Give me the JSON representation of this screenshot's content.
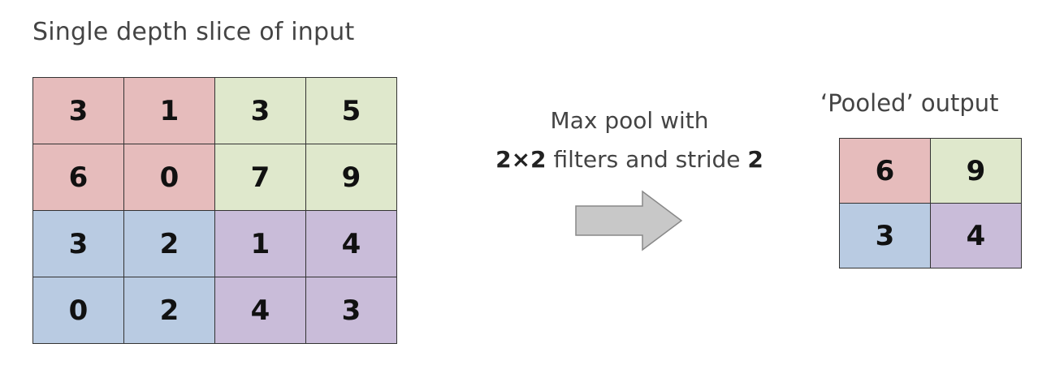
{
  "input": {
    "title": "Single depth slice of input",
    "rows": [
      [
        {
          "value": "3",
          "color": "#e6bcbc"
        },
        {
          "value": "1",
          "color": "#e6bcbc"
        },
        {
          "value": "3",
          "color": "#dfe8cc"
        },
        {
          "value": "5",
          "color": "#dfe8cc"
        }
      ],
      [
        {
          "value": "6",
          "color": "#e6bcbc"
        },
        {
          "value": "0",
          "color": "#e6bcbc"
        },
        {
          "value": "7",
          "color": "#dfe8cc"
        },
        {
          "value": "9",
          "color": "#dfe8cc"
        }
      ],
      [
        {
          "value": "3",
          "color": "#b9cbe2"
        },
        {
          "value": "2",
          "color": "#b9cbe2"
        },
        {
          "value": "1",
          "color": "#c9bcd9"
        },
        {
          "value": "4",
          "color": "#c9bcd9"
        }
      ],
      [
        {
          "value": "0",
          "color": "#b9cbe2"
        },
        {
          "value": "2",
          "color": "#b9cbe2"
        },
        {
          "value": "4",
          "color": "#c9bcd9"
        },
        {
          "value": "3",
          "color": "#c9bcd9"
        }
      ]
    ]
  },
  "operation": {
    "line1": "Max pool with",
    "filter_size": "2×2",
    "line2_mid": " filters and stride ",
    "stride": "2"
  },
  "output": {
    "title": "‘Pooled’ output",
    "rows": [
      [
        {
          "value": "6",
          "color": "#e6bcbc"
        },
        {
          "value": "9",
          "color": "#dfe8cc"
        }
      ],
      [
        {
          "value": "3",
          "color": "#b9cbe2"
        },
        {
          "value": "4",
          "color": "#c9bcd9"
        }
      ]
    ]
  },
  "arrow": {
    "icon": "right-arrow-icon",
    "fill": "#c8c8c8",
    "stroke": "#888888"
  }
}
